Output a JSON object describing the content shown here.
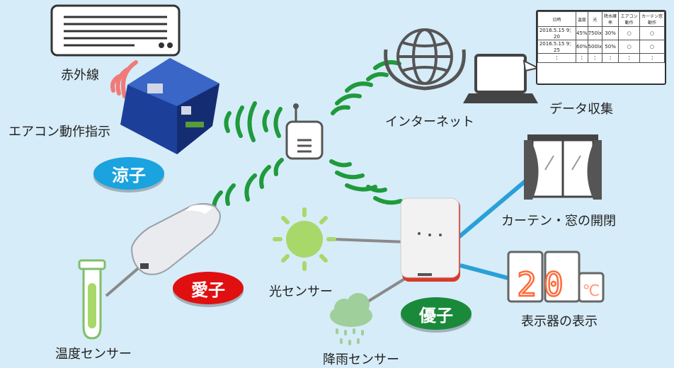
{
  "labels": {
    "infrared": "赤外線",
    "ac_command": "エアコン動作指示",
    "internet": "インターネット",
    "data_collection": "データ収集",
    "curtain_window": "カーテン・窓の開閉",
    "light_sensor": "光センサー",
    "display": "表示器の表示",
    "temp_sensor": "温度センサー",
    "rain_sensor": "降雨センサー"
  },
  "badges": {
    "ryoko": "涼子",
    "aiko": "愛子",
    "yuko": "優子"
  },
  "display_readout": {
    "digits": "20",
    "unit": "℃"
  },
  "data_table": {
    "headers": [
      "日時",
      "温度",
      "光",
      "降水確率",
      "エアコン動作",
      "カーテン窓動作"
    ],
    "rows": [
      [
        "2016.5.15 9：20",
        "45%",
        "750lx",
        "30%",
        "○",
        "○"
      ],
      [
        "2016.5.15 9：25",
        "60%",
        "500lx",
        "50%",
        "○",
        "○"
      ]
    ],
    "dots": [
      ":",
      ":",
      ":",
      ":",
      ":",
      ":"
    ]
  },
  "colors": {
    "background": "#d6ecf8",
    "wave_green": "#1f9a3c",
    "line_blue": "#2aa0d8",
    "line_gray": "#7a7a7a",
    "badge_ryoko": "#1aa3df",
    "badge_aiko": "#e01010",
    "badge_yuko": "#1a8a3a",
    "ir_red": "#f07a7a",
    "sun_green": "#a8d86a",
    "cloud_green": "#9fcf9a",
    "digit_red": "#ff6a3a"
  },
  "icons": [
    "air-conditioner-icon",
    "ac-controller-device-icon",
    "wifi-router-icon",
    "globe-icon",
    "laptop-icon",
    "curtain-window-icon",
    "sun-icon",
    "cloud-rain-icon",
    "thermometer-icon",
    "sensor-device-aiko-icon",
    "sensor-device-yuko-icon"
  ]
}
